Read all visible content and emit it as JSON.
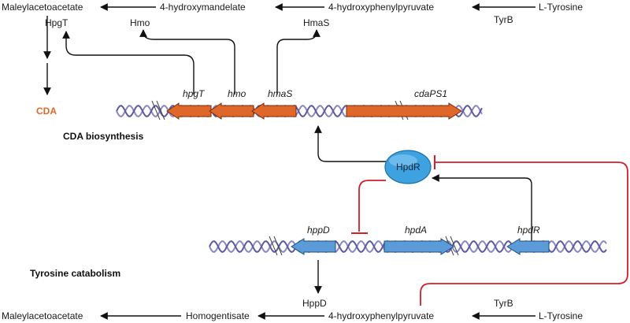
{
  "colors": {
    "orange_gene": "#e0672a",
    "blue_gene": "#5a9bd8",
    "regulator": "#3fa2e0",
    "repression": "#d21f2b",
    "dna": "#8b87c3",
    "cda_label": "#e0672a"
  },
  "cda_pathway": {
    "maleylacetoacetate": "Maleylacetoacetate",
    "hydroxymandelate": "4-hydroxymandelate",
    "hydroxyphenylpyruvate": "4-hydroxyphenylpyruvate",
    "tyrosine": "L-Tyrosine",
    "enzyme_hpgt": "HpgT",
    "enzyme_hmo": "Hmo",
    "enzyme_hmas": "HmaS",
    "enzyme_tyrb": "TyrB",
    "product": "CDA",
    "cluster_label": "CDA biosynthesis"
  },
  "cda_genes": [
    "hpgT",
    "hmo",
    "hmaS",
    "cdaPS1"
  ],
  "regulator": "HpdR",
  "catabolism_genes": [
    "hppD",
    "hpdA",
    "hpdR"
  ],
  "catabolism_pathway": {
    "maleylacetoacetate": "Maleylacetoacetate",
    "homogentisate": "Homogentisate",
    "hydroxyphenylpyruvate": "4-hydroxyphenylpyruvate",
    "tyrosine": "L-Tyrosine",
    "enzyme_hppd": "HppD",
    "enzyme_tyrb": "TyrB",
    "cluster_label": "Tyrosine catabolism"
  }
}
